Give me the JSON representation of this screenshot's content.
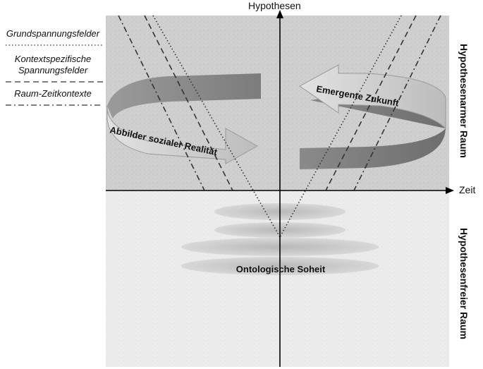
{
  "legend": {
    "items": [
      {
        "label": "Grundspannungsfelder",
        "line_style": "dotted"
      },
      {
        "label": "Kontextspezifische Spannungsfelder",
        "line_style": "dashed"
      },
      {
        "label": "Raum-Zeitkontexte",
        "line_style": "dash-dot"
      }
    ]
  },
  "axes": {
    "y_label": "Hypothesen",
    "x_label": "Zeit"
  },
  "regions": {
    "upper_label": "Hypothesenarmer Raum",
    "lower_label": "Hypothesenfreier Raum"
  },
  "arrows": {
    "left_label": "Abbilder sozialer Realität",
    "right_label": "Emergente Zukunft"
  },
  "center_label": "Ontologische Soheit",
  "colors": {
    "upper_fill": "#d2d2d2",
    "lower_fill": "#ededed",
    "arrow_dark": "#8a8a8a",
    "arrow_light": "#cfcfcf",
    "ellipse": "#bdbdbd",
    "lines": "#333333"
  }
}
